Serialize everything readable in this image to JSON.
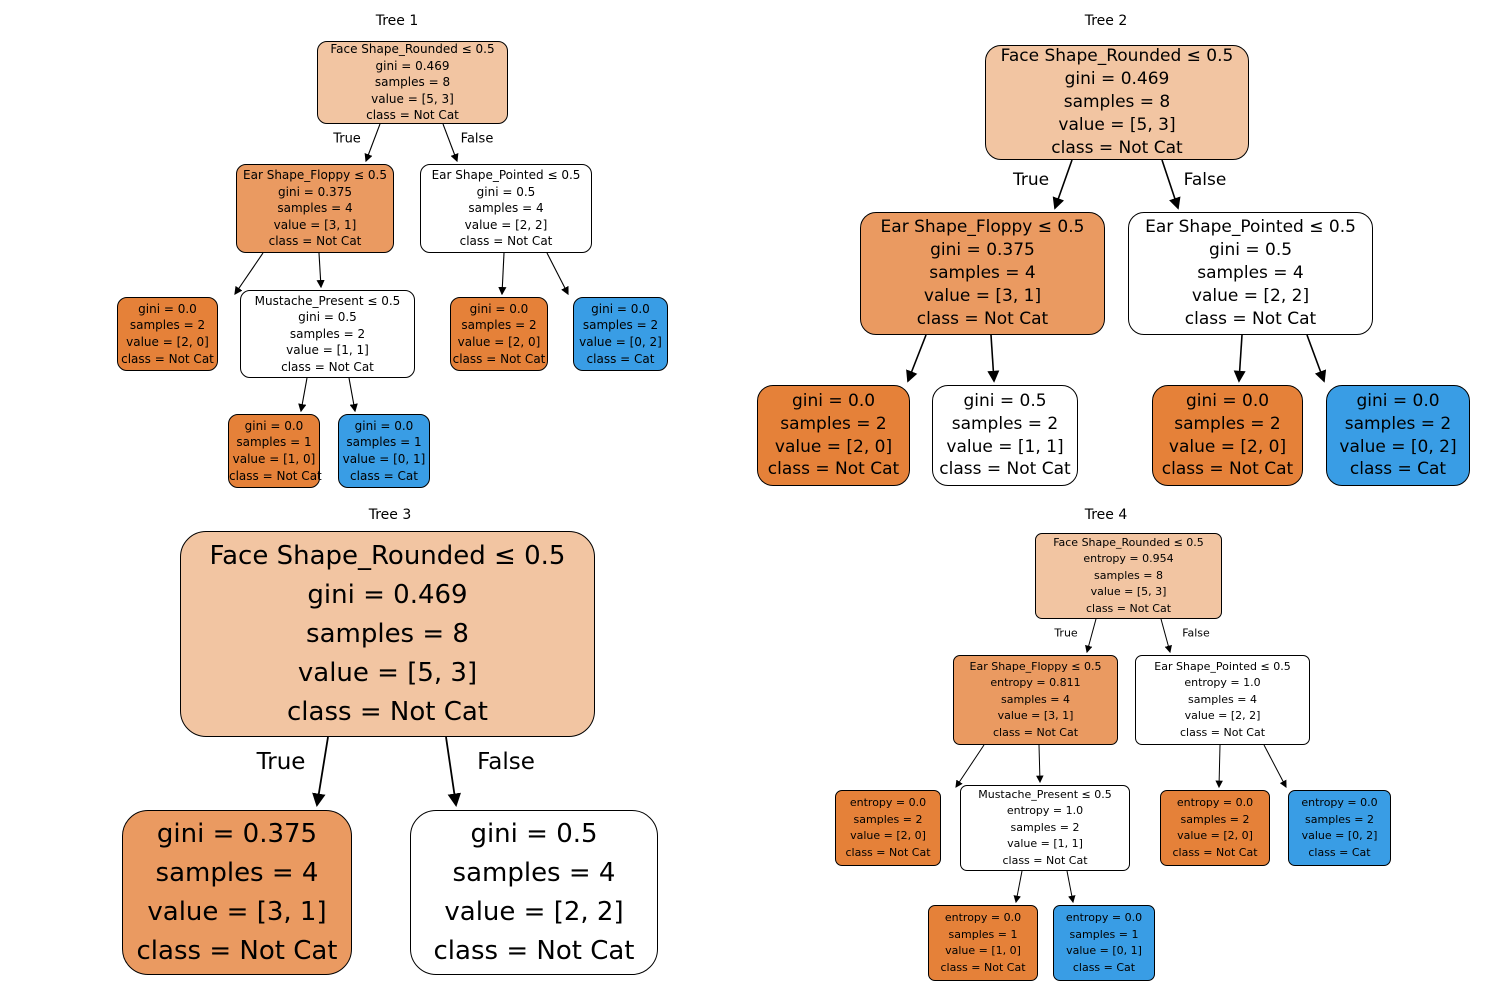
{
  "figure": {
    "type": "decision-tree-grid",
    "classes": [
      "Not Cat",
      "Cat"
    ]
  },
  "colors": {
    "node_light": "#f2c5a2",
    "node_mid": "#ea9a61",
    "node_orange": "#e58139",
    "node_blue": "#399de5",
    "node_white": "#ffffff",
    "edge": "#000000",
    "text": "#000000",
    "background": "#ffffff"
  },
  "trees": [
    {
      "title": "Tree 1",
      "true_label": "True",
      "false_label": "False",
      "nodes": [
        {
          "lines": [
            "Face Shape_Rounded ≤ 0.5",
            "gini = 0.469",
            "samples = 8",
            "value = [5, 3]",
            "class = Not Cat"
          ]
        },
        {
          "lines": [
            "Ear Shape_Floppy ≤ 0.5",
            "gini = 0.375",
            "samples = 4",
            "value = [3, 1]",
            "class = Not Cat"
          ]
        },
        {
          "lines": [
            "Ear Shape_Pointed ≤ 0.5",
            "gini = 0.5",
            "samples = 4",
            "value = [2, 2]",
            "class = Not Cat"
          ]
        },
        {
          "lines": [
            "gini = 0.0",
            "samples = 2",
            "value = [2, 0]",
            "class = Not Cat"
          ]
        },
        {
          "lines": [
            "Mustache_Present ≤ 0.5",
            "gini = 0.5",
            "samples = 2",
            "value = [1, 1]",
            "class = Not Cat"
          ]
        },
        {
          "lines": [
            "gini = 0.0",
            "samples = 2",
            "value = [2, 0]",
            "class = Not Cat"
          ]
        },
        {
          "lines": [
            "gini = 0.0",
            "samples = 2",
            "value = [0, 2]",
            "class = Cat"
          ]
        },
        {
          "lines": [
            "gini = 0.0",
            "samples = 1",
            "value = [1, 0]",
            "class = Not Cat"
          ]
        },
        {
          "lines": [
            "gini = 0.0",
            "samples = 1",
            "value = [0, 1]",
            "class = Cat"
          ]
        }
      ]
    },
    {
      "title": "Tree 2",
      "true_label": "True",
      "false_label": "False",
      "nodes": [
        {
          "lines": [
            "Face Shape_Rounded ≤ 0.5",
            "gini = 0.469",
            "samples = 8",
            "value = [5, 3]",
            "class = Not Cat"
          ]
        },
        {
          "lines": [
            "Ear Shape_Floppy ≤ 0.5",
            "gini = 0.375",
            "samples = 4",
            "value = [3, 1]",
            "class = Not Cat"
          ]
        },
        {
          "lines": [
            "Ear Shape_Pointed ≤ 0.5",
            "gini = 0.5",
            "samples = 4",
            "value = [2, 2]",
            "class = Not Cat"
          ]
        },
        {
          "lines": [
            "gini = 0.0",
            "samples = 2",
            "value = [2, 0]",
            "class = Not Cat"
          ]
        },
        {
          "lines": [
            "gini = 0.5",
            "samples = 2",
            "value = [1, 1]",
            "class = Not Cat"
          ]
        },
        {
          "lines": [
            "gini = 0.0",
            "samples = 2",
            "value = [2, 0]",
            "class = Not Cat"
          ]
        },
        {
          "lines": [
            "gini = 0.0",
            "samples = 2",
            "value = [0, 2]",
            "class = Cat"
          ]
        }
      ]
    },
    {
      "title": "Tree 3",
      "true_label": "True",
      "false_label": "False",
      "nodes": [
        {
          "lines": [
            "Face Shape_Rounded ≤ 0.5",
            "gini = 0.469",
            "samples = 8",
            "value = [5, 3]",
            "class = Not Cat"
          ]
        },
        {
          "lines": [
            "gini = 0.375",
            "samples = 4",
            "value = [3, 1]",
            "class = Not Cat"
          ]
        },
        {
          "lines": [
            "gini = 0.5",
            "samples = 4",
            "value = [2, 2]",
            "class = Not Cat"
          ]
        }
      ]
    },
    {
      "title": "Tree 4",
      "true_label": "True",
      "false_label": "False",
      "nodes": [
        {
          "lines": [
            "Face Shape_Rounded ≤ 0.5",
            "entropy = 0.954",
            "samples = 8",
            "value = [5, 3]",
            "class = Not Cat"
          ]
        },
        {
          "lines": [
            "Ear Shape_Floppy ≤ 0.5",
            "entropy = 0.811",
            "samples = 4",
            "value = [3, 1]",
            "class = Not Cat"
          ]
        },
        {
          "lines": [
            "Ear Shape_Pointed ≤ 0.5",
            "entropy = 1.0",
            "samples = 4",
            "value = [2, 2]",
            "class = Not Cat"
          ]
        },
        {
          "lines": [
            "entropy = 0.0",
            "samples = 2",
            "value = [2, 0]",
            "class = Not Cat"
          ]
        },
        {
          "lines": [
            "Mustache_Present ≤ 0.5",
            "entropy = 1.0",
            "samples = 2",
            "value = [1, 1]",
            "class = Not Cat"
          ]
        },
        {
          "lines": [
            "entropy = 0.0",
            "samples = 2",
            "value = [2, 0]",
            "class = Not Cat"
          ]
        },
        {
          "lines": [
            "entropy = 0.0",
            "samples = 2",
            "value = [0, 2]",
            "class = Cat"
          ]
        },
        {
          "lines": [
            "entropy = 0.0",
            "samples = 1",
            "value = [1, 0]",
            "class = Not Cat"
          ]
        },
        {
          "lines": [
            "entropy = 0.0",
            "samples = 1",
            "value = [0, 1]",
            "class = Cat"
          ]
        }
      ]
    }
  ]
}
